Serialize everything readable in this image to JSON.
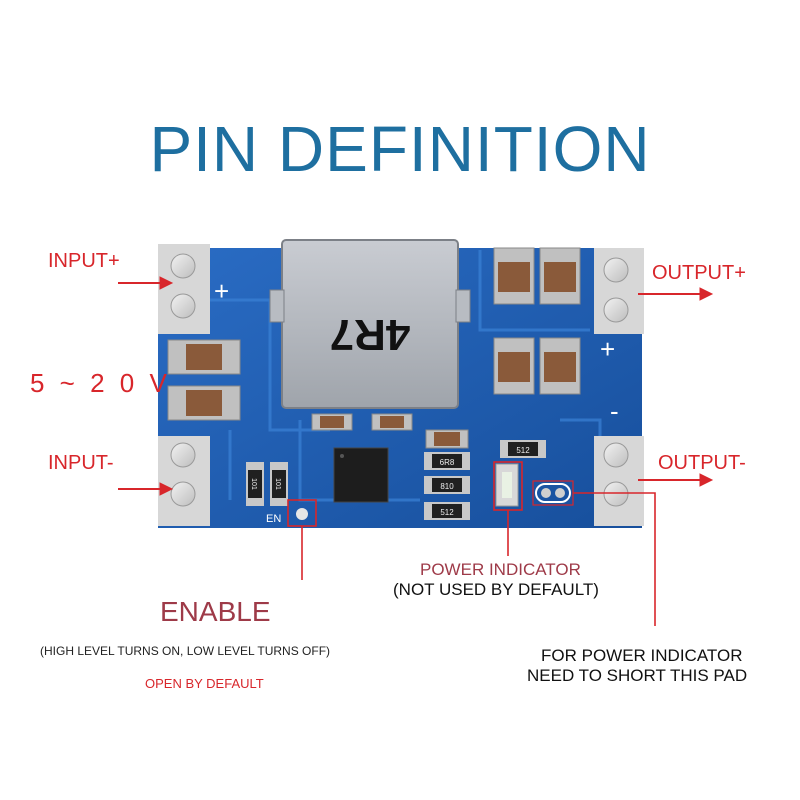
{
  "title": "PIN DEFINITION",
  "pins": {
    "input_plus": "INPUT+",
    "input_minus": "INPUT-",
    "output_plus": "OUTPUT+",
    "output_minus": "OUTPUT-",
    "voltage_range": "5 ~ 2 0 V"
  },
  "enable": {
    "label": "ENABLE",
    "note": "(HIGH LEVEL TURNS ON, LOW LEVEL TURNS OFF)",
    "default": "OPEN BY DEFAULT"
  },
  "power_indicator": {
    "label": "POWER INDICATOR",
    "note": "(NOT USED BY DEFAULT)",
    "pad_note_line1": "FOR POWER INDICATOR",
    "pad_note_line2": "NEED TO SHORT THIS PAD"
  },
  "board": {
    "inductor_marking": "4R7",
    "en_silk": "EN",
    "plus_silk": "+",
    "minus_silk": "-",
    "resistor_marks": [
      "512",
      "6R8",
      "810",
      "512"
    ],
    "small_resistor_marks": [
      "101",
      "101"
    ]
  },
  "colors": {
    "title": "#1e6fa0",
    "labels_red": "#d8262b",
    "labels_maroon": "#9e3a48",
    "pcb_blue": "#1e5bb0",
    "arrows": "#d8262b"
  }
}
